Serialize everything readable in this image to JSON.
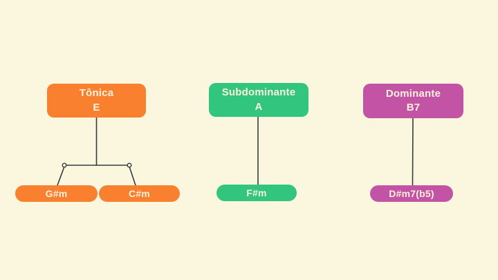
{
  "diagram": {
    "background_color": "#FAF7DE",
    "connector_color": "#363B40",
    "text_color": "#FBF2DC",
    "groups": [
      {
        "name": "tonica",
        "color": "#F8802E",
        "function_label": "Tônica",
        "chord": "E",
        "children": [
          "G#m",
          "C#m"
        ]
      },
      {
        "name": "subdominante",
        "color": "#31C57E",
        "function_label": "Subdominante",
        "chord": "A",
        "children": [
          "F#m"
        ]
      },
      {
        "name": "dominante",
        "color": "#C353A4",
        "function_label": "Dominante",
        "chord": "B7",
        "children": [
          "D#m7(b5)"
        ]
      }
    ]
  }
}
